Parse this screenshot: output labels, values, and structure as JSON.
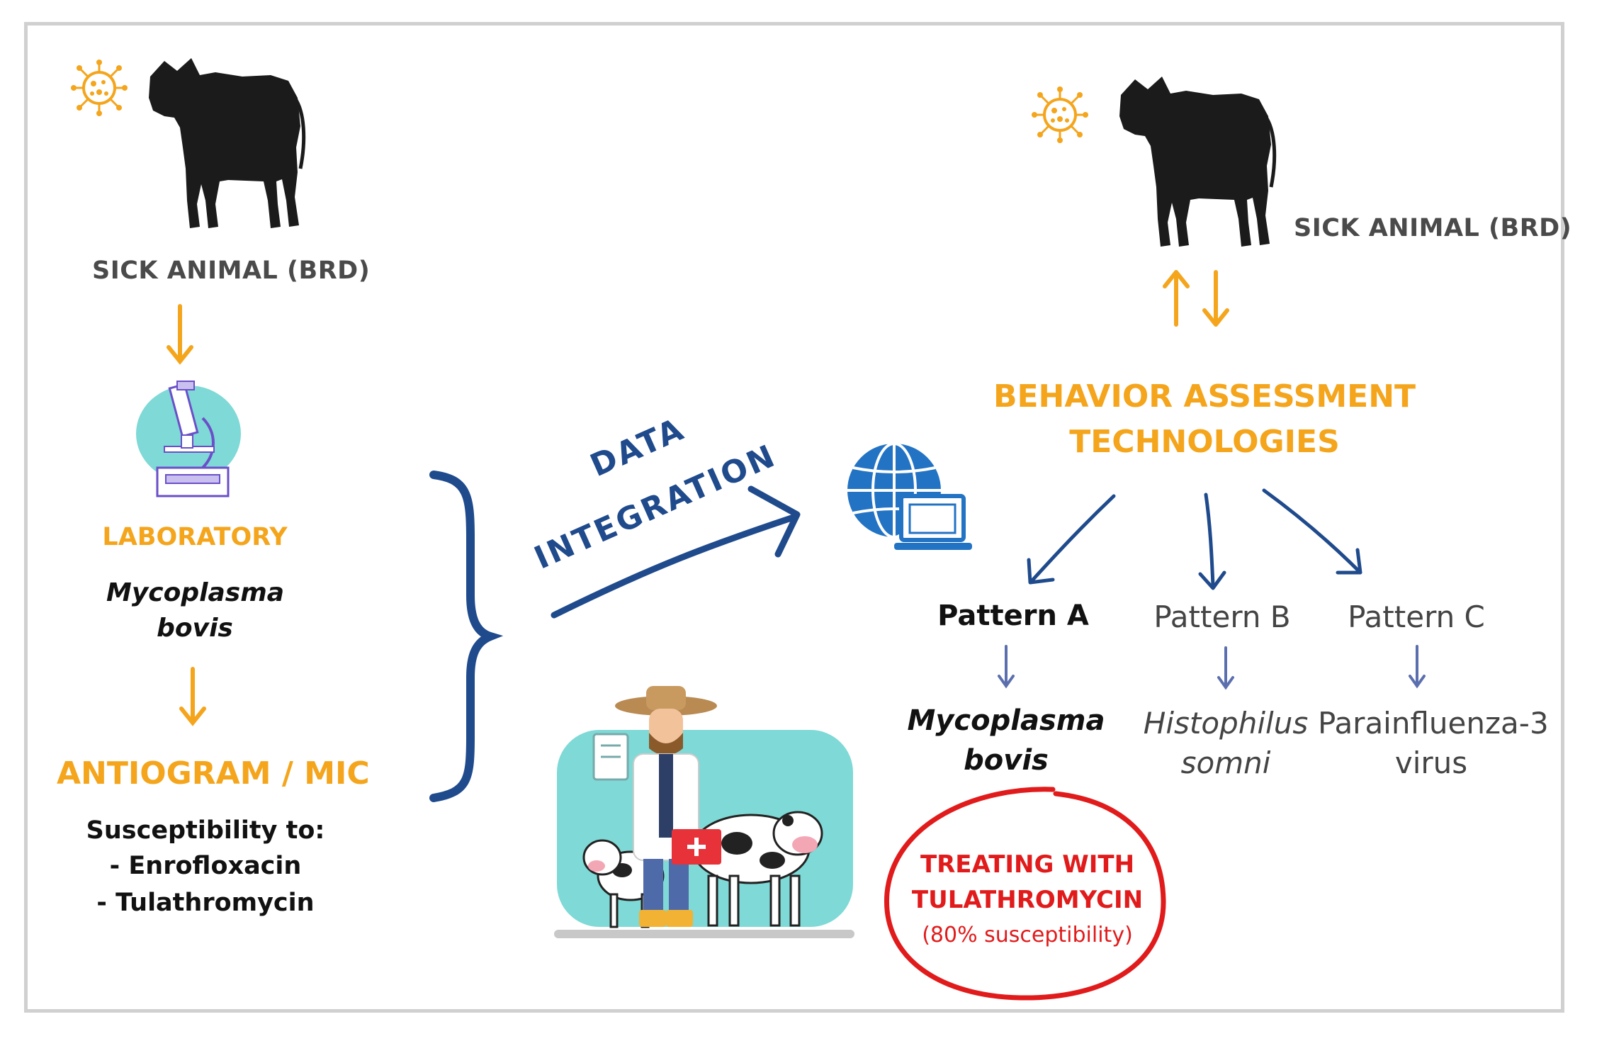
{
  "left": {
    "sick_animal": "SICK ANIMAL (BRD)",
    "laboratory": "LABORATORY",
    "pathogen_line1": "Mycoplasma",
    "pathogen_line2": "bovis",
    "antiogram": "ANTIOGRAM / MIC",
    "susceptibility_title": "Susceptibility to:",
    "drugs": [
      "- Enrofloxacin",
      "- Tulathromycin"
    ]
  },
  "middle": {
    "data_line1": "DATA",
    "data_line2": "INTEGRATION"
  },
  "right": {
    "sick_animal": "SICK ANIMAL (BRD)",
    "behavior_line1": "BEHAVIOR ASSESSMENT",
    "behavior_line2": "TECHNOLOGIES",
    "patterns": [
      {
        "label": "Pattern A",
        "result_line1": "Mycoplasma",
        "result_line2": "bovis"
      },
      {
        "label": "Pattern B",
        "result_line1": "Histophilus",
        "result_line2": "somni"
      },
      {
        "label": "Pattern C",
        "result_line1": "Parainfluenza-3",
        "result_line2": "virus"
      }
    ],
    "treat_line1": "TREATING WITH",
    "treat_line2": "TULATHROMYCIN",
    "treat_line3": "(80% susceptibility)"
  },
  "colors": {
    "orange": "#f4a51c",
    "navy": "#1f4a8c",
    "red": "#e11b1b",
    "teal": "#7fd9d6"
  }
}
